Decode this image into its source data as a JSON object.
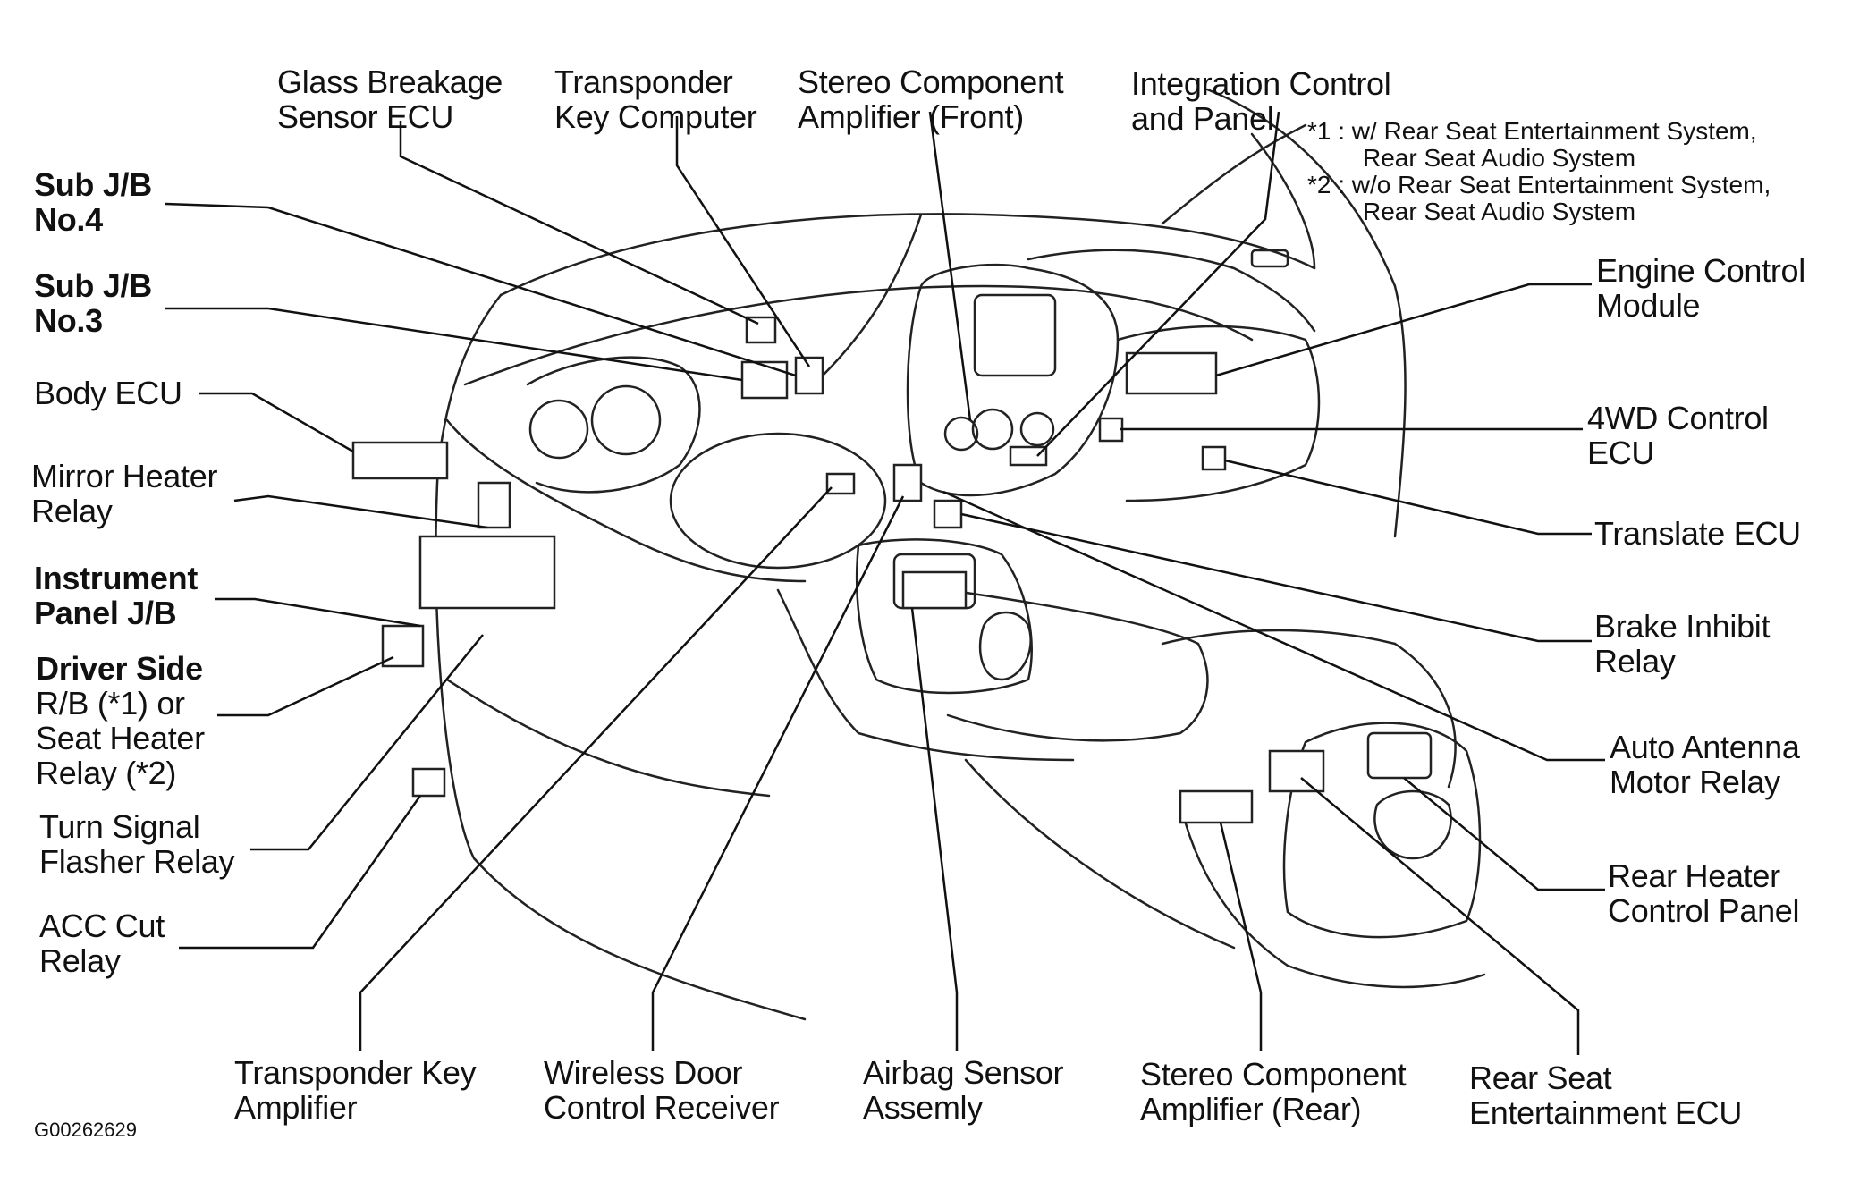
{
  "labels": {
    "glass_breakage": [
      "Glass Breakage",
      "Sensor ECU"
    ],
    "transponder_computer": [
      "Transponder",
      "Key Computer"
    ],
    "stereo_front": [
      "Stereo Component",
      "Amplifier (Front)"
    ],
    "integration_control": [
      "Integration Control",
      "and Panel"
    ],
    "sub_jb4": [
      "Sub J/B",
      "No.4"
    ],
    "sub_jb3": [
      "Sub J/B",
      "No.3"
    ],
    "body_ecu": [
      "Body ECU"
    ],
    "mirror_heater": [
      "Mirror Heater",
      "Relay"
    ],
    "instrument_panel_jb": [
      "Instrument",
      "Panel J/B"
    ],
    "driver_side_rb": [
      "Driver Side",
      "R/B (*1) or",
      "Seat Heater",
      "Relay (*2)"
    ],
    "turn_signal": [
      "Turn Signal",
      "Flasher Relay"
    ],
    "acc_cut": [
      "ACC Cut",
      "Relay"
    ],
    "engine_control": [
      "Engine Control",
      "Module"
    ],
    "fwd_control": [
      "4WD Control",
      "ECU"
    ],
    "translate_ecu": [
      "Translate ECU"
    ],
    "brake_inhibit": [
      "Brake Inhibit",
      "Relay"
    ],
    "auto_antenna": [
      "Auto Antenna",
      "Motor Relay"
    ],
    "rear_heater": [
      "Rear Heater",
      "Control Panel"
    ],
    "transponder_amp": [
      "Transponder Key",
      "Amplifier"
    ],
    "wireless_door": [
      "Wireless Door",
      "Control Receiver"
    ],
    "airbag_sensor": [
      "Airbag Sensor",
      "Assemly"
    ],
    "stereo_rear": [
      "Stereo Component",
      "Amplifier (Rear)"
    ],
    "rear_seat_ent": [
      "Rear Seat",
      "Entertainment ECU"
    ]
  },
  "notes": [
    [
      "*1 : w/ Rear Seat Entertainment System,",
      "Rear Seat Audio System"
    ],
    [
      "*2 : w/o Rear Seat Entertainment System,",
      "Rear Seat Audio System"
    ]
  ],
  "figure_code": "G00262629"
}
